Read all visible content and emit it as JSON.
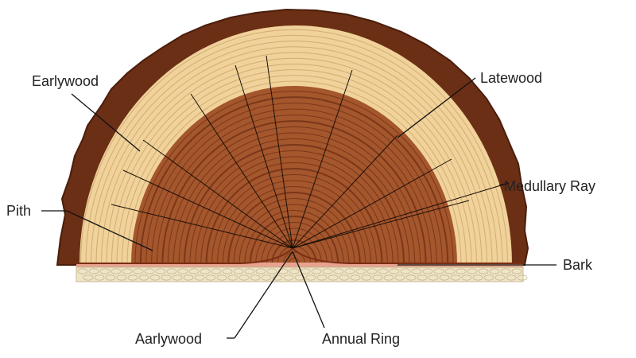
{
  "diagram": {
    "labels": {
      "earlywood": "Earlywood",
      "latewood": "Latewood",
      "pith": "Pith",
      "medullary_ray": "Medullary Ray",
      "bark": "Bark",
      "aarlywood": "Aarlywood",
      "annual_ring": "Annual Ring"
    },
    "colors": {
      "bark": "#6b2f16",
      "bark_dark": "#4a1e0c",
      "sapwood": "#f0d29a",
      "sapwood_line": "#c9a46a",
      "heartwood": "#a4562c",
      "heartwood_ring": "#6e2e14",
      "base_band": "#eee4c8",
      "pink_band": "#e7a38f",
      "line": "#111111"
    }
  }
}
